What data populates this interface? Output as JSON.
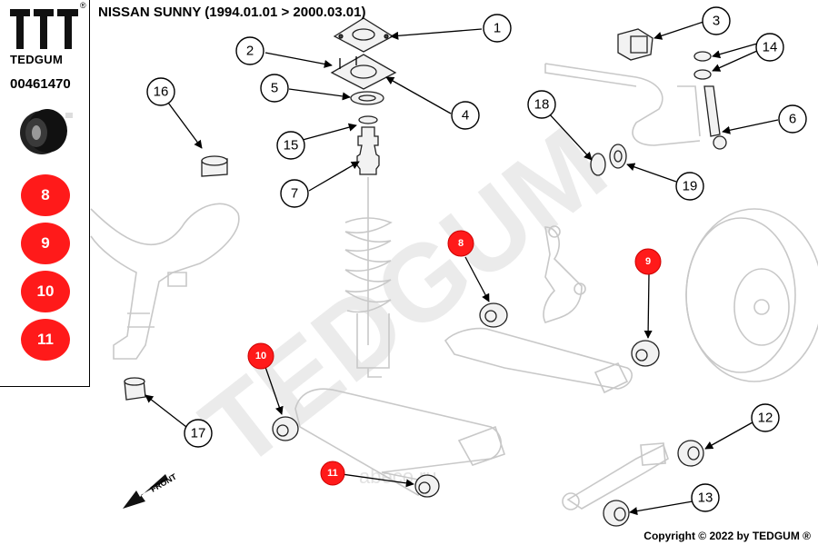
{
  "header": {
    "title": "NISSAN SUNNY  (1994.01.01 > 2000.03.01)"
  },
  "sidebar": {
    "brand": "TEDGUM",
    "registered": "®",
    "part_number": "00461470",
    "highlighted_items": [
      "8",
      "9",
      "10",
      "11"
    ]
  },
  "watermark": {
    "text": "TEDGUM",
    "site_text": "abeco.ru"
  },
  "direction_label": "FRONT",
  "callouts": [
    "1",
    "2",
    "3",
    "4",
    "5",
    "6",
    "7",
    "8",
    "9",
    "10",
    "11",
    "12",
    "13",
    "14",
    "15",
    "16",
    "17",
    "18",
    "19"
  ],
  "highlighted_callouts": [
    "8",
    "9",
    "10",
    "11"
  ],
  "footer": {
    "copyright": "Copyright © 2022 by TEDGUM ®"
  },
  "colors": {
    "highlight": "#ff1a1a",
    "line": "#000000",
    "ghost": "#c8c8c8"
  }
}
